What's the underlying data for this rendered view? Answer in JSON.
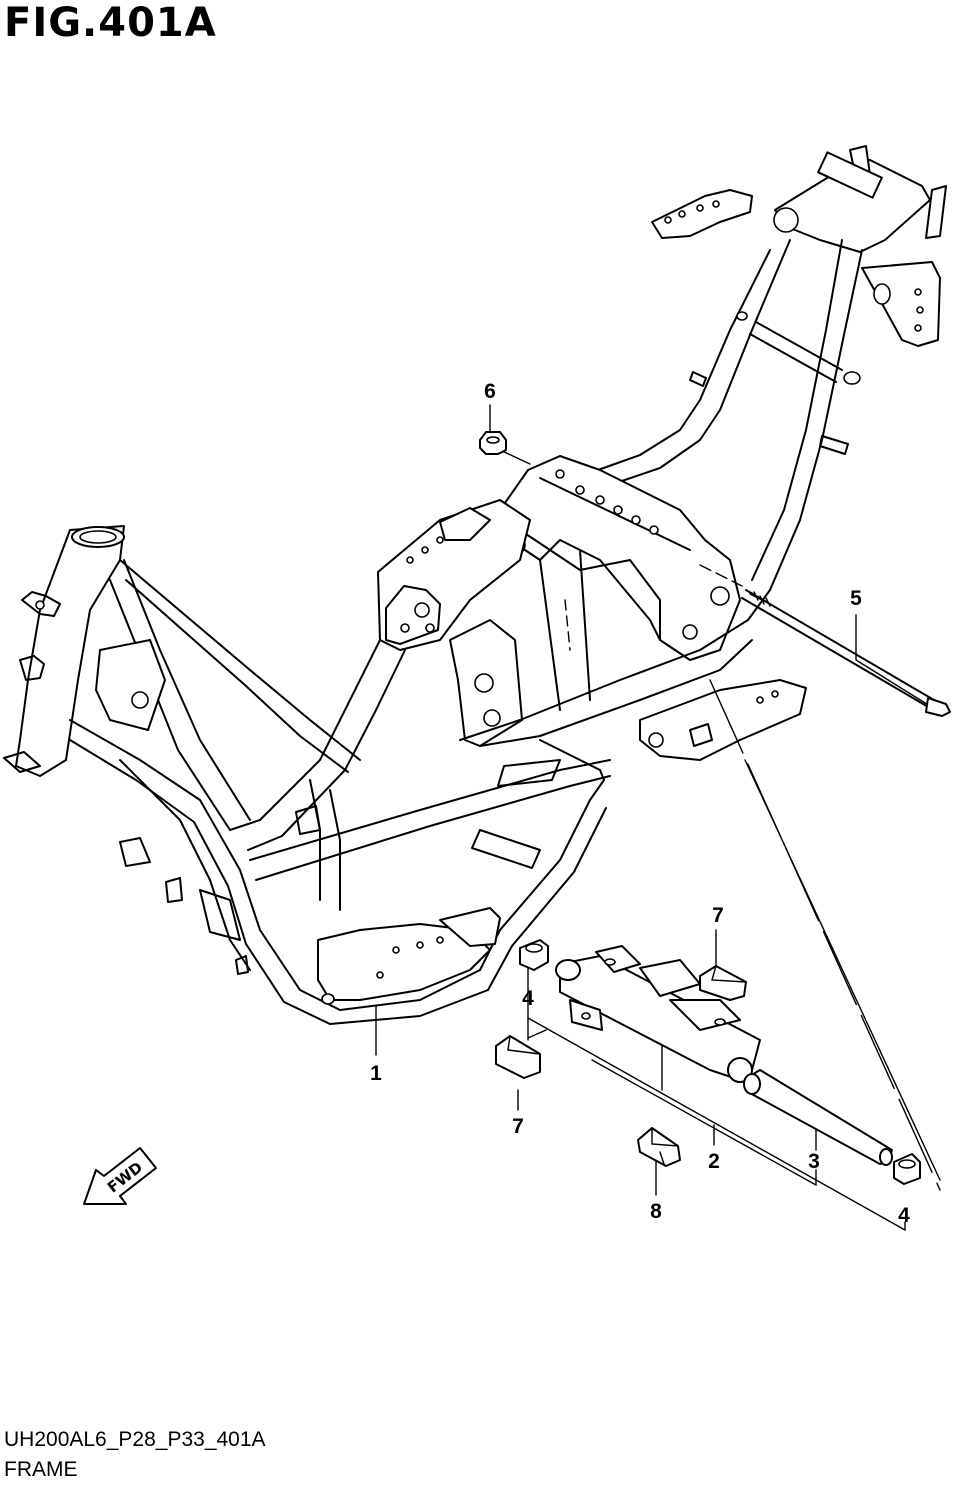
{
  "figure": {
    "title": "FIG.401A",
    "code": "UH200AL6_P28_P33_401A",
    "name": "FRAME"
  },
  "direction_arrow": {
    "label": "FWD",
    "icon": "fwd-arrow-icon"
  },
  "callouts": [
    {
      "id": "c1",
      "number": "1"
    },
    {
      "id": "c2",
      "number": "2"
    },
    {
      "id": "c3",
      "number": "3"
    },
    {
      "id": "c4a",
      "number": "4"
    },
    {
      "id": "c4b",
      "number": "4"
    },
    {
      "id": "c5",
      "number": "5"
    },
    {
      "id": "c6",
      "number": "6"
    },
    {
      "id": "c7a",
      "number": "7"
    },
    {
      "id": "c7b",
      "number": "7"
    },
    {
      "id": "c8",
      "number": "8"
    }
  ]
}
